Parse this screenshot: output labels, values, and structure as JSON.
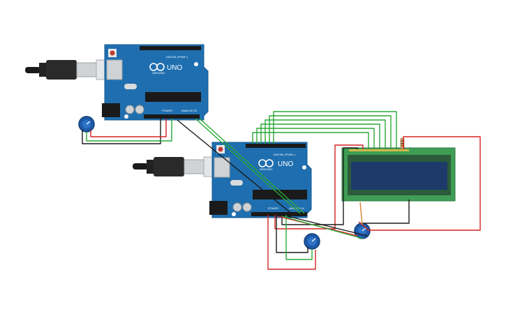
{
  "canvas": {
    "background": "#ffffff"
  },
  "colors": {
    "board": "#1f6fb0",
    "board_dark": "#175a92",
    "wire_red": "#d62222",
    "wire_green": "#2aa835",
    "wire_black": "#1a1a1a",
    "lcd_pcb": "#3f9d55",
    "lcd_screen": "#1e3a6b",
    "pot_body": "#1e5aa8"
  },
  "arduino_1": {
    "brand": "ARDUINO",
    "model": "UNO",
    "digital_label": "DIGITAL (PWM~)",
    "power_label": "POWER",
    "analog_label": "ANALOG IN"
  },
  "arduino_2": {
    "brand": "ARDUINO",
    "model": "UNO",
    "digital_label": "DIGITAL (PWM~)",
    "power_label": "POWER",
    "analog_label": "ANALOG IN"
  },
  "components": {
    "usb_cable_1": "usb-cable-icon",
    "usb_cable_2": "usb-cable-icon",
    "potentiometer_1": "potentiometer-icon",
    "potentiometer_2": "potentiometer-icon",
    "potentiometer_3": "potentiometer-icon",
    "lcd": "lcd-16x2-icon",
    "resistor": "resistor-icon"
  }
}
